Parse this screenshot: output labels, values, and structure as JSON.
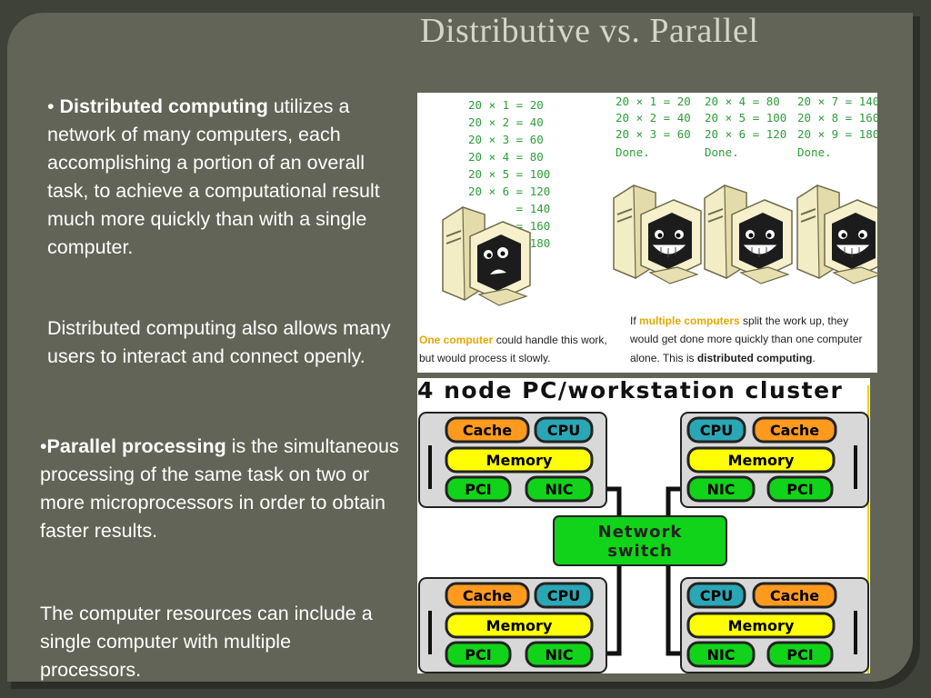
{
  "title": "Distributive vs. Parallel",
  "distributed": {
    "bullet": "•",
    "term": "Distributed computing",
    "text": " utilizes a network of many computers, each accomplishing a portion of an overall task, to achieve a computational result much more quickly than with a single computer.",
    "text2": "Distributed computing also allows many users to interact and connect openly."
  },
  "parallel": {
    "bullet": "•",
    "term": "Parallel processing",
    "text": " is the simultaneous processing of the same task on two or more microprocessors in order to obtain faster results.",
    "text2": "The computer resources can include a single computer with multiple processors."
  },
  "figure1": {
    "single_calc": [
      "20 × 1 = 20",
      "20 × 2 = 40",
      "20 × 3 = 60",
      "20 × 4 = 80",
      "20 × 5 = 100",
      "20 × 6 = 120",
      "20 × 7 = 140",
      "20 × 8 = 160",
      "20 × 9 = 180"
    ],
    "multi_calc": [
      [
        "20 × 1 = 20",
        "20 × 2 = 40",
        "20 × 3 = 60",
        "Done."
      ],
      [
        "20 × 4 = 80",
        "20 × 5 = 100",
        "20 × 6 = 120",
        "Done."
      ],
      [
        "20 × 7 = 140",
        "20 × 8 = 160",
        "20 × 9 = 180",
        "Done."
      ]
    ],
    "caption_left_hl": "One computer",
    "caption_left_1": " could handle this work,",
    "caption_left_2": "but would process it slowly.",
    "caption_right_1a": "If ",
    "caption_right_hl": "multiple computers",
    "caption_right_1b": " split the work up, they",
    "caption_right_2": "would get done more quickly than one computer",
    "caption_right_3a": "alone. This is ",
    "caption_right_3b": "distributed computing",
    "caption_right_3c": "."
  },
  "figure2": {
    "title": "4 node PC/workstation cluster",
    "cache": "Cache",
    "cpu": "CPU",
    "memory": "Memory",
    "pci": "PCI",
    "nic": "NIC",
    "switch_line1": "Network",
    "switch_line2": "switch"
  },
  "colors": {
    "background": "#616456",
    "title": "#d6d4ca",
    "cache": "#ff9a1f",
    "cpu": "#2aa7b5",
    "memory": "#ffff00",
    "green": "#11d31a",
    "highlight": "#e6a800"
  }
}
